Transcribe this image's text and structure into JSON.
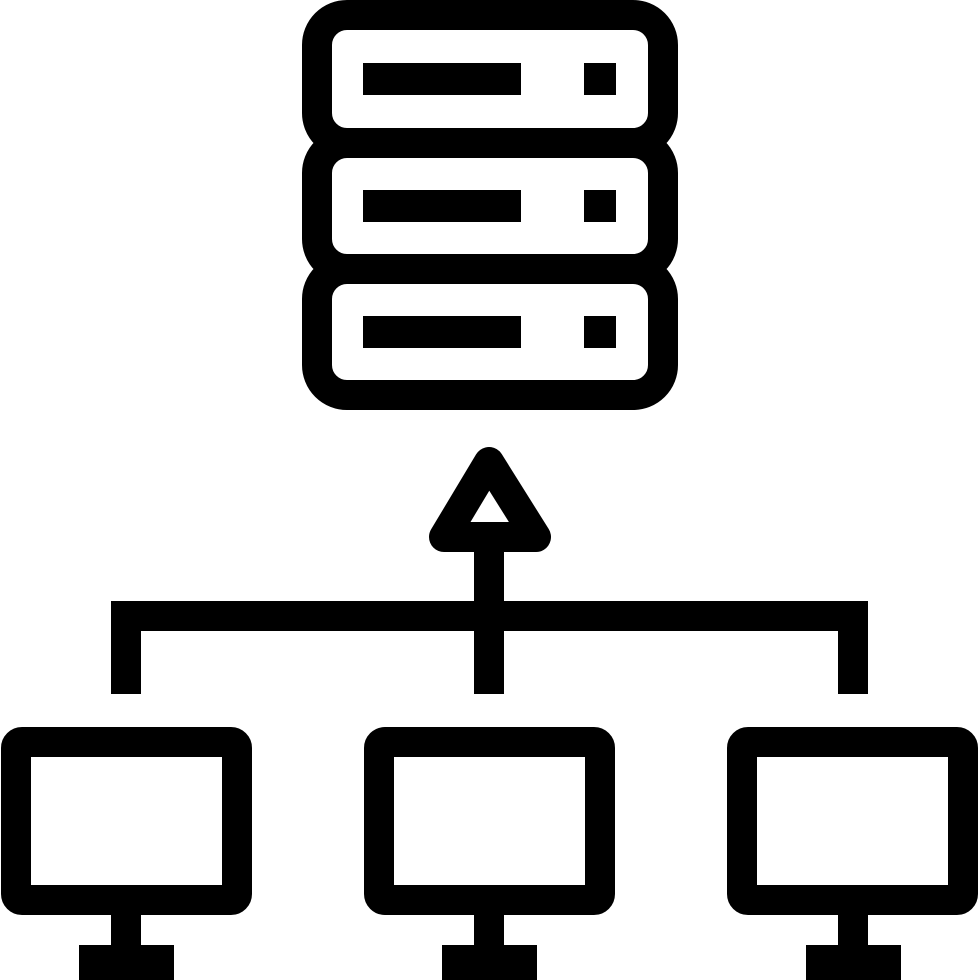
{
  "icon": {
    "name": "server-network-icon",
    "stroke_color": "#000000",
    "background_color": "#ffffff",
    "server_units": [
      "server-unit-top",
      "server-unit-middle",
      "server-unit-bottom"
    ],
    "clients": [
      "client-monitor-left",
      "client-monitor-center",
      "client-monitor-right"
    ]
  }
}
